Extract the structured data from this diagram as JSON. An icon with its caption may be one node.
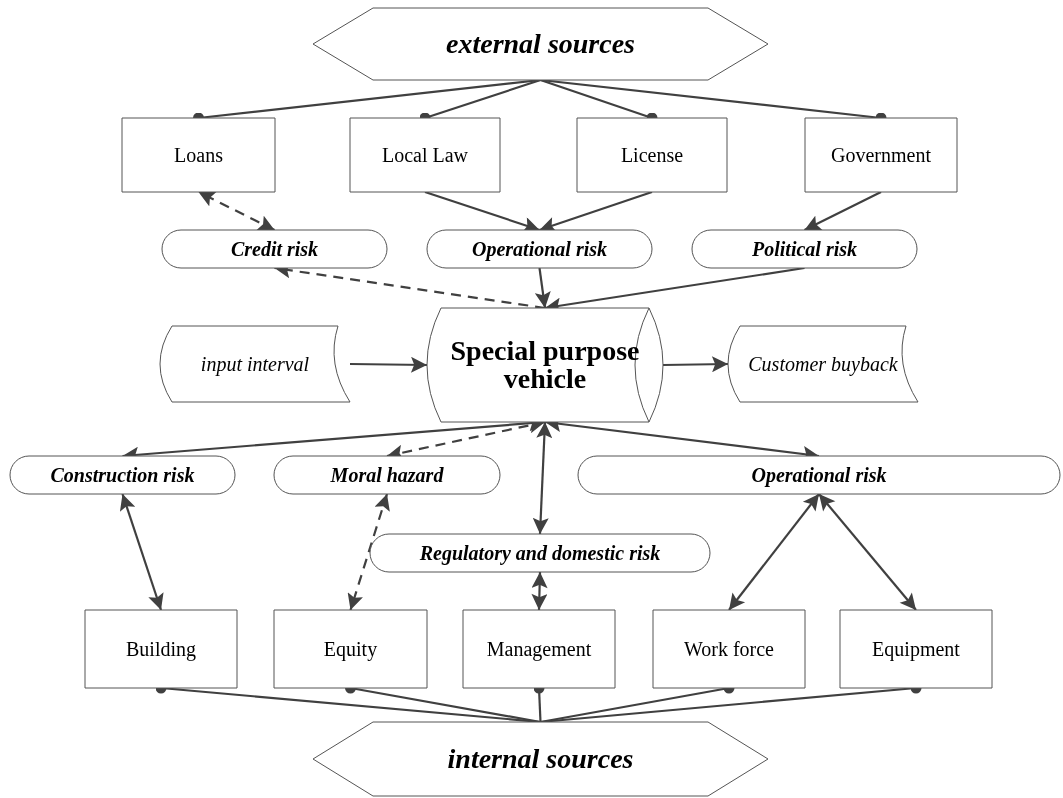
{
  "diagram": {
    "nodes": [
      {
        "text": [
          "external sources"
        ]
      },
      {
        "text": [
          "Loans"
        ]
      },
      {
        "text": [
          "Local Law"
        ]
      },
      {
        "text": [
          "License"
        ]
      },
      {
        "text": [
          "Government"
        ]
      },
      {
        "text": [
          "Credit risk"
        ]
      },
      {
        "text": [
          "Operational risk"
        ]
      },
      {
        "text": [
          "Political risk"
        ]
      },
      {
        "text": [
          "input interval"
        ]
      },
      {
        "text": [
          "Special purpose vehicle"
        ]
      },
      {
        "text": [
          "Customer buyback"
        ]
      },
      {
        "text": [
          "Construction risk"
        ]
      },
      {
        "text": [
          "Moral hazard"
        ]
      },
      {
        "text": [
          "Operational risk"
        ]
      },
      {
        "text": [
          "Regulatory and domestic risk"
        ]
      },
      {
        "text": [
          "Building"
        ]
      },
      {
        "text": [
          "Equity"
        ]
      },
      {
        "text": [
          "Management"
        ]
      },
      {
        "text": [
          "Work force"
        ]
      },
      {
        "text": [
          "Equipment"
        ]
      },
      {
        "text": [
          "internal sources"
        ]
      }
    ],
    "edges": [
      {
        "from": 0,
        "to": 1,
        "arrow": "other"
      },
      {
        "from": 0,
        "to": 2,
        "arrow": "other"
      },
      {
        "from": 0,
        "to": 3,
        "arrow": "other"
      },
      {
        "from": 0,
        "to": 4,
        "arrow": "other"
      },
      {
        "from": 5,
        "to": 1,
        "arrow": "both",
        "style": "dashed"
      },
      {
        "from": 2,
        "to": 6,
        "arrow": "to"
      },
      {
        "from": 3,
        "to": 6,
        "arrow": "to"
      },
      {
        "from": 4,
        "to": 7,
        "arrow": "to"
      },
      {
        "from": 9,
        "to": 5,
        "arrow": "to",
        "style": "dashed"
      },
      {
        "from": 6,
        "to": 9,
        "arrow": "to"
      },
      {
        "from": 7,
        "to": 9,
        "arrow": "to"
      },
      {
        "from": 8,
        "to": 9,
        "arrow": "to"
      },
      {
        "from": 9,
        "to": 10,
        "arrow": "to"
      },
      {
        "from": 9,
        "to": 11,
        "arrow": "both"
      },
      {
        "from": 9,
        "to": 12,
        "arrow": "both",
        "style": "dashed"
      },
      {
        "from": 9,
        "to": 14,
        "arrow": "both"
      },
      {
        "from": 9,
        "to": 13,
        "arrow": "both"
      },
      {
        "from": 11,
        "to": 15,
        "arrow": "both"
      },
      {
        "from": 12,
        "to": 16,
        "arrow": "both",
        "style": "dashed"
      },
      {
        "from": 14,
        "to": 17,
        "arrow": "both"
      },
      {
        "from": 13,
        "to": 18,
        "arrow": "both"
      },
      {
        "from": 13,
        "to": 19,
        "arrow": "both"
      },
      {
        "from": 20,
        "to": 15,
        "arrow": "other"
      },
      {
        "from": 20,
        "to": 16,
        "arrow": "other"
      },
      {
        "from": 20,
        "to": 17,
        "arrow": "other"
      },
      {
        "from": 20,
        "to": 18,
        "arrow": "other"
      },
      {
        "from": 20,
        "to": 19,
        "arrow": "other"
      }
    ]
  }
}
